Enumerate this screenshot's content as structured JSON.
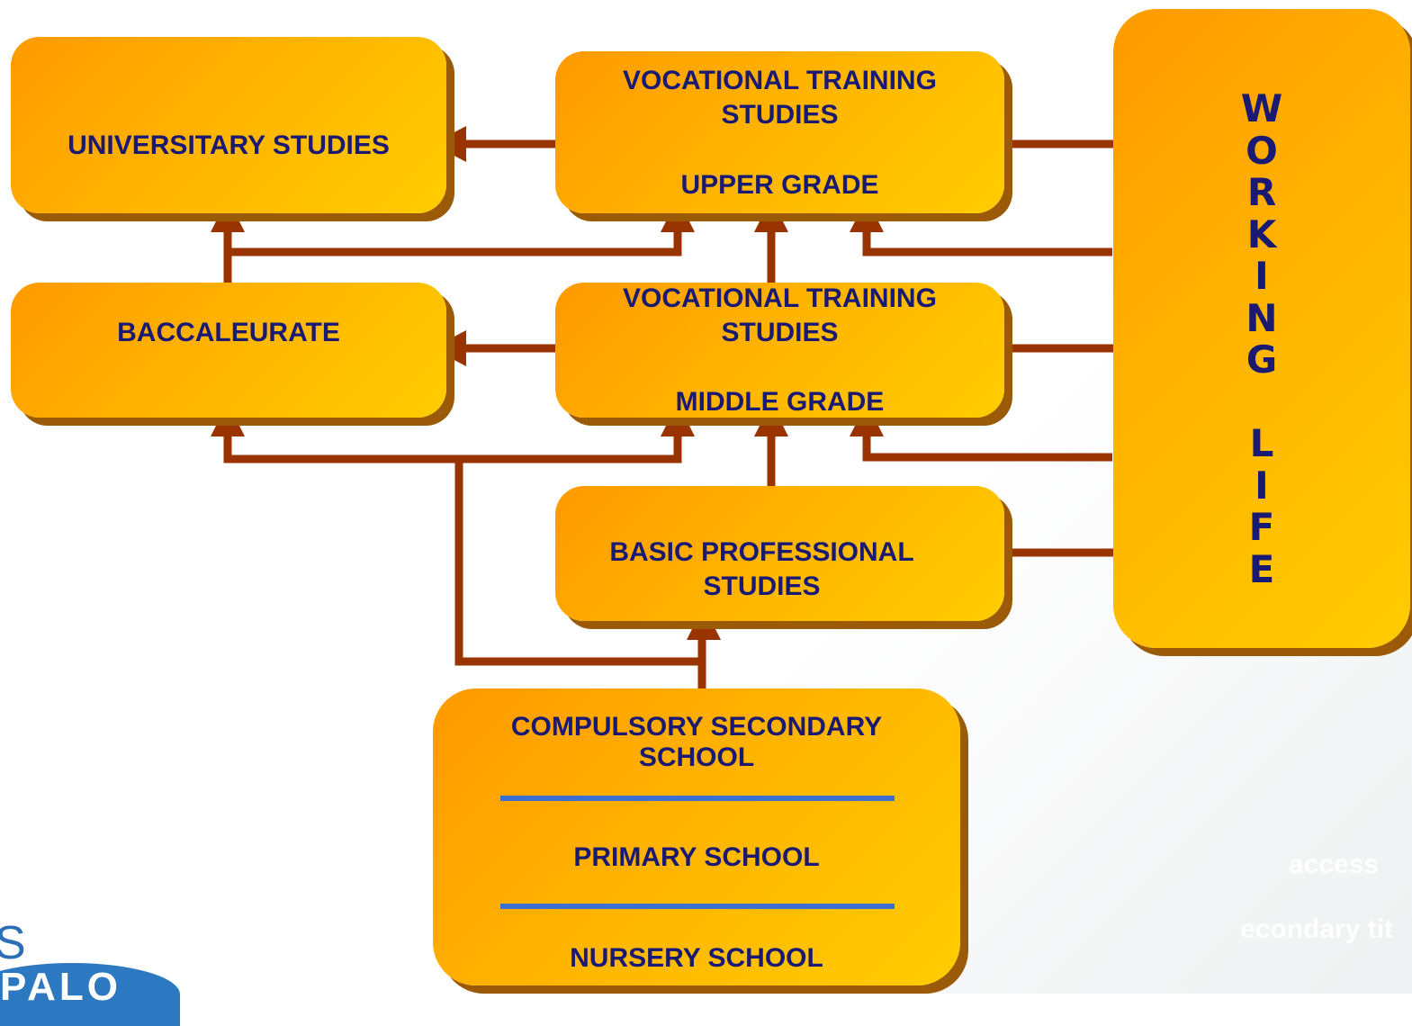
{
  "boxes": {
    "universitary": "UNIVERSITARY STUDIES",
    "vocational_upper": {
      "title_line1": "VOCATIONAL TRAINING",
      "title_line2": "STUDIES",
      "grade": "UPPER GRADE"
    },
    "baccaleurate": "BACCALEURATE",
    "vocational_middle": {
      "title_line1": "VOCATIONAL TRAINING",
      "title_line2": "STUDIES",
      "grade": "MIDDLE GRADE"
    },
    "basic_professional": {
      "line1": "BASIC PROFESSIONAL",
      "line2": "STUDIES"
    },
    "schools": {
      "compulsory_line1": "COMPULSORY SECONDARY",
      "compulsory_line2": "SCHOOL",
      "primary": "PRIMARY SCHOOL",
      "nursery": "NURSERY SCHOOL"
    },
    "working_life": [
      "W",
      "O",
      "R",
      "K",
      "I",
      "N",
      "G",
      "",
      "L",
      "I",
      "F",
      "E"
    ]
  },
  "footnotes": {
    "line1": "access",
    "line2": "econdary tit"
  },
  "logo": {
    "letter": "S",
    "text": "PALO"
  },
  "colors": {
    "box_gradient_start": "#ff9a00",
    "box_gradient_end": "#ffcc00",
    "box_shadow": "#9a5a08",
    "arrow": "#993300",
    "text": "#1a1a72",
    "divider": "#3d6fd1"
  }
}
